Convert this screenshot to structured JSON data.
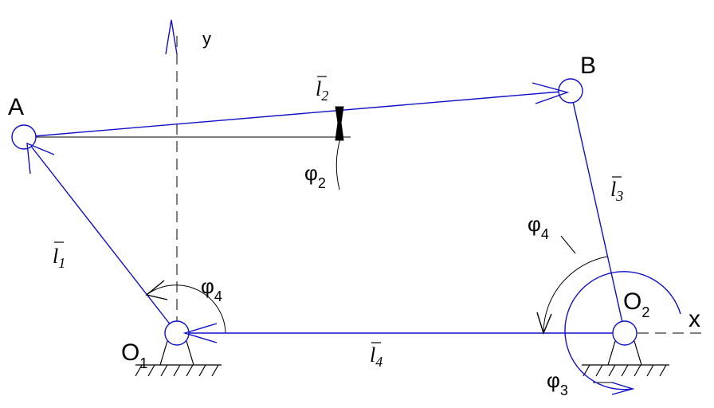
{
  "points": {
    "A": "A",
    "B": "B",
    "O1": "O",
    "O1_sub": "1",
    "O2": "O",
    "O2_sub": "2"
  },
  "axes": {
    "x": "x",
    "y": "y"
  },
  "links": {
    "l1": "l",
    "l1_sub": "1",
    "l2": "l",
    "l2_sub": "2",
    "l3": "l",
    "l3_sub": "3",
    "l4": "l",
    "l4_sub": "4"
  },
  "angles": {
    "phi2": "φ",
    "phi2_sub": "2",
    "phi3": "φ",
    "phi3_sub": "3",
    "phi4_left": "φ",
    "phi4_left_sub": "4",
    "phi4_right": "φ",
    "phi4_right_sub": "4"
  },
  "colors": {
    "link": "#1010c8",
    "construction": "#000000"
  }
}
